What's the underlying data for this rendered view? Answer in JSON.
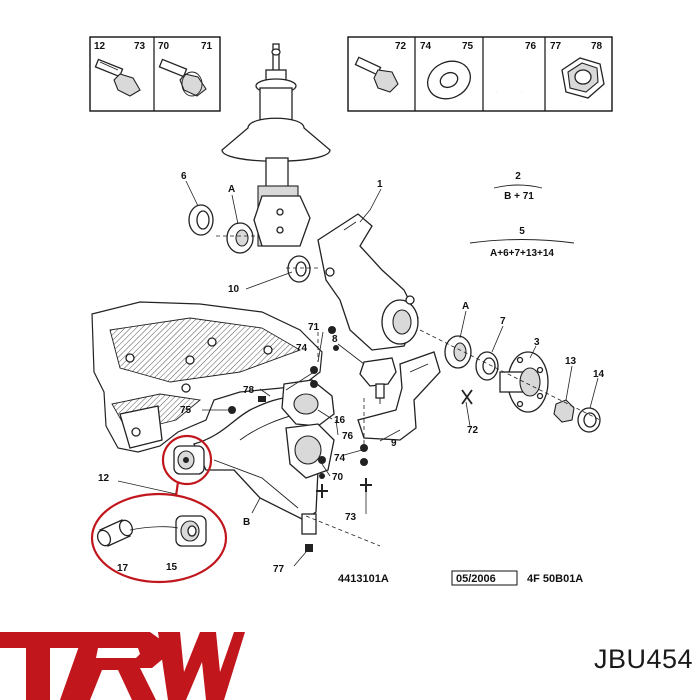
{
  "diagram": {
    "box_left_labels": [
      "12",
      "73",
      "70",
      "71"
    ],
    "box_right_labels": [
      "72",
      "74",
      "75",
      "76",
      "77",
      "78"
    ],
    "callouts": {
      "c1": "1",
      "c2": "2",
      "c3": "3",
      "c5": "5",
      "c6": "6",
      "c7": "7",
      "c8": "8",
      "c9": "9",
      "c10": "10",
      "c12": "12",
      "c13": "13",
      "c14": "14",
      "c15": "15",
      "c16": "16",
      "c17": "17",
      "cA_top": "A",
      "cA_right": "A",
      "cB": "B",
      "c70": "70",
      "c71": "71",
      "c72": "72",
      "c73": "73",
      "c74a": "74",
      "c74b": "74",
      "c75": "75",
      "c76": "76",
      "c77": "77",
      "c78": "78"
    },
    "formula_2": {
      "numerator": "2",
      "denominator": "B + 71"
    },
    "formula_5": {
      "numerator": "5",
      "denominator": "A+6+7+13+14"
    },
    "footer": {
      "ref": "4413101A",
      "date": "05/2006",
      "code": "4F 50B01A"
    }
  },
  "brand": {
    "logo_text": "TRW",
    "color": "#c0161c"
  },
  "part_number": "JBU454"
}
